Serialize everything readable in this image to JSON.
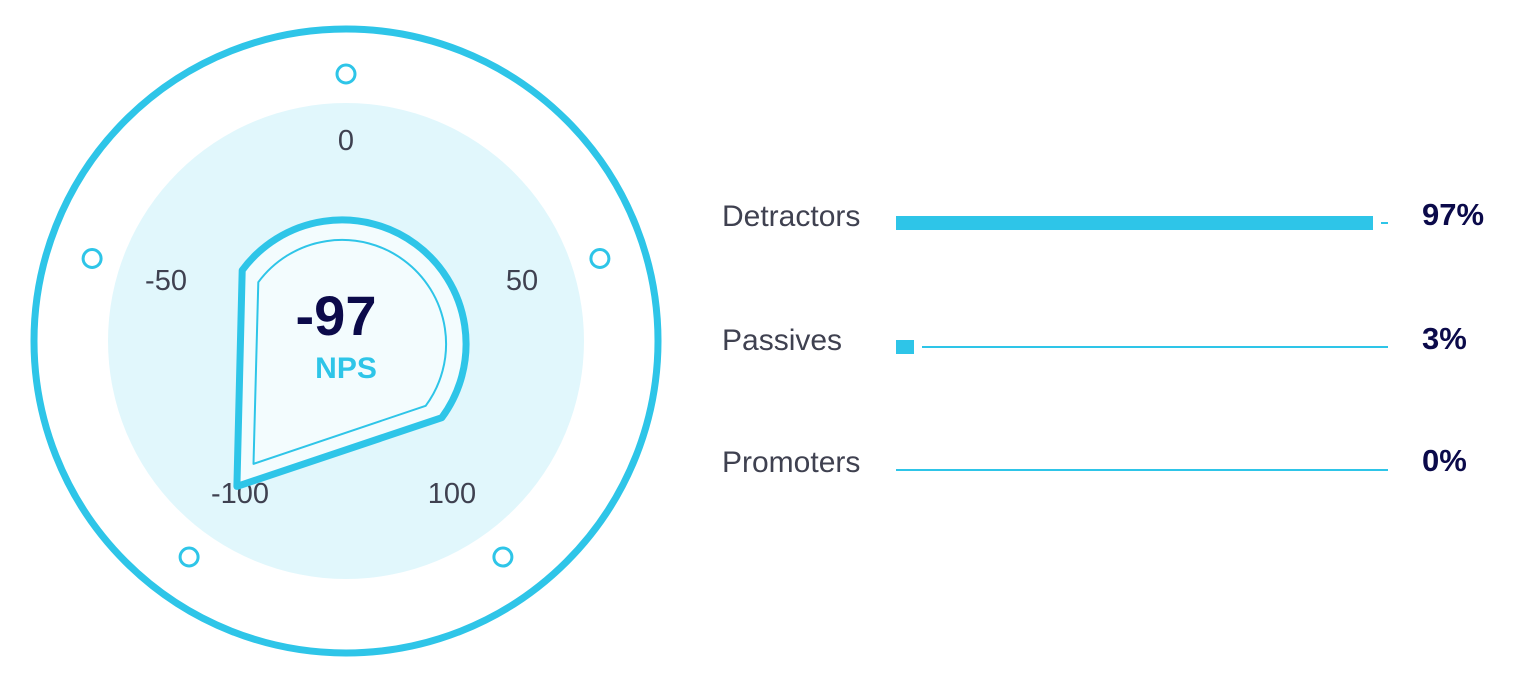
{
  "chart_data": [
    {
      "type": "gauge",
      "value": -97,
      "unit_label": "NPS",
      "range": [
        -100,
        100
      ],
      "tick_labels": [
        "0",
        "-50",
        "50",
        "-100",
        "100"
      ]
    },
    {
      "type": "bar",
      "orientation": "horizontal",
      "categories": [
        "Detractors",
        "Passives",
        "Promoters"
      ],
      "values": [
        97,
        3,
        0
      ],
      "value_labels": [
        "97%",
        "3%",
        "0%"
      ],
      "xlim": [
        0,
        100
      ]
    }
  ],
  "colors": {
    "accent": "#2ec5e8",
    "inner_fill": "#e1f7fc",
    "pointer_fill": "#f3fcfe",
    "value_text": "#0b0a4a",
    "label_text": "#3f4150"
  }
}
